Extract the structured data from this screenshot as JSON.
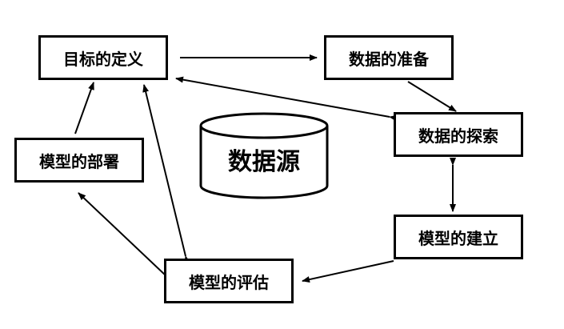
{
  "diagram": {
    "nodes": {
      "define_goal": "目标的定义",
      "data_prep": "数据的准备",
      "data_explore": "数据的探索",
      "model_build": "模型的建立",
      "model_eval": "模型的评估",
      "model_deploy": "模型的部署"
    },
    "datasource": "数据源",
    "colors": {
      "stroke": "#000000",
      "fill": "#ffffff"
    }
  }
}
